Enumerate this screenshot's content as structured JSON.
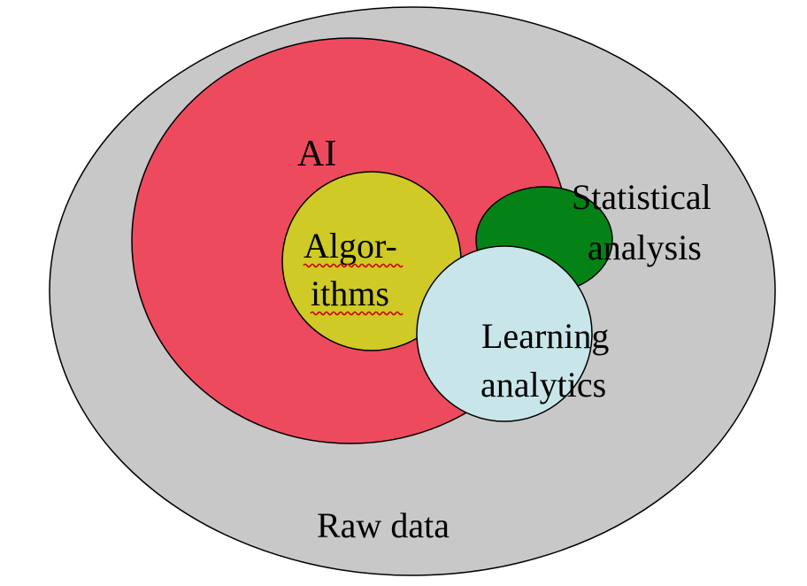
{
  "regions": {
    "raw_data": {
      "label": "Raw data",
      "color": "#c8c8c8"
    },
    "ai": {
      "label": "AI",
      "color": "#ee4a5e"
    },
    "algorithms": {
      "label_line1": "Algor-",
      "label_line2": "ithms",
      "color": "#cfca26"
    },
    "statistical_analysis": {
      "label_line1": "Statistical",
      "label_line2": "analysis",
      "color": "#058216"
    },
    "learning_analytics": {
      "label_line1": "Learning",
      "label_line2": "analytics",
      "color": "#c8e6e9"
    }
  }
}
